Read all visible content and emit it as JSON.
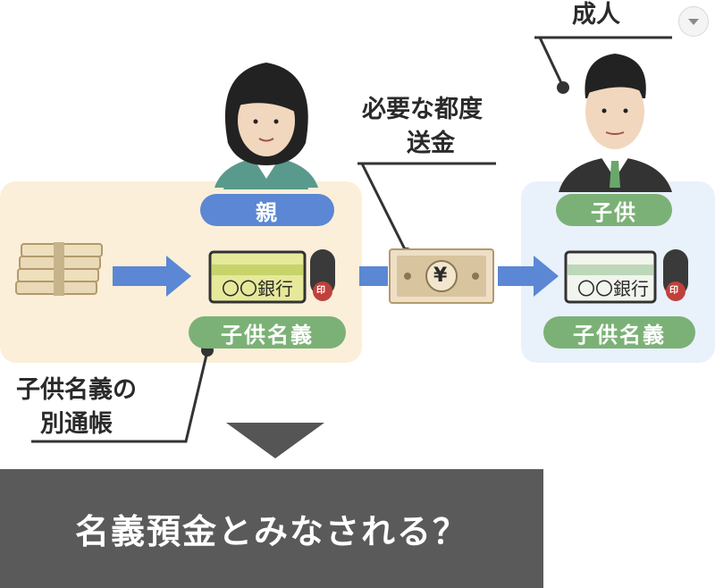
{
  "labels": {
    "adult": "成人",
    "transfer_line1": "必要な都度",
    "transfer_line2": "送金",
    "parent": "親",
    "child": "子供",
    "child_account_left": "子供名義",
    "child_account_right": "子供名義",
    "bank_left": "〇〇銀行",
    "bank_right": "〇〇銀行",
    "passbook_line1": "子供名義の",
    "passbook_line2": "別通帳",
    "yen_symbol": "¥",
    "seal_mark": "印"
  },
  "conclusion": "名義預金とみなされる？",
  "icons": {
    "money_stack": "money-stack-icon",
    "passbook": "passbook-icon",
    "seal": "seal-icon",
    "banknote": "banknote-icon",
    "arrow": "right-arrow-icon",
    "down_triangle": "down-triangle-icon",
    "dropdown": "chevron-down-icon"
  },
  "colors": {
    "parent_panel": "#fbefd9",
    "child_panel": "#e9f1fb",
    "parent_pill": "#5b87d4",
    "account_pill": "#7bb176",
    "arrow": "#5b87d4",
    "conclusion_bar": "#5a5a5a"
  }
}
